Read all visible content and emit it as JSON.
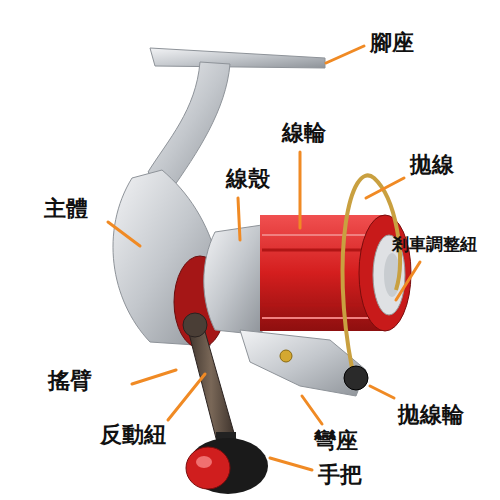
{
  "diagram": {
    "labels": [
      "腳座",
      "線輪",
      "拋線",
      "線殼",
      "剎車調整紐",
      "主體",
      "搖臂",
      "反動紐",
      "拋線輪",
      "彎座",
      "手把"
    ]
  }
}
